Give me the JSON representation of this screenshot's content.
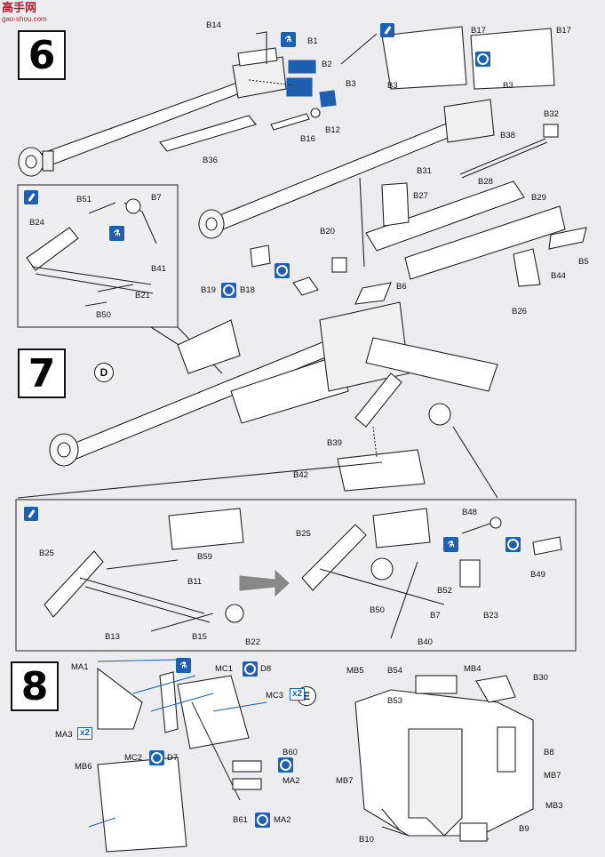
{
  "watermark": {
    "brand": "高手网",
    "site": "gao-shou.com"
  },
  "steps": {
    "s6": "6",
    "s7": "7",
    "s8": "8"
  },
  "markers": {
    "d": "D",
    "e": "E"
  },
  "multipliers": {
    "mc3": "x2",
    "ma3": "x2"
  },
  "labels": {
    "B14": "B14",
    "B1": "B1",
    "B2": "B2",
    "B3": "B3",
    "B12": "B12",
    "B16": "B16",
    "B36": "B36",
    "B17a": "B17",
    "B17b": "B17",
    "B3a": "B3",
    "B3b": "B3",
    "B32": "B32",
    "B38": "B38",
    "B31": "B31",
    "B27": "B27",
    "B28": "B28",
    "B29": "B29",
    "B5": "B5",
    "B44": "B44",
    "B26": "B26",
    "B6": "B6",
    "B20": "B20",
    "B18": "B18",
    "B19": "B19",
    "B51": "B51",
    "B7a": "B7",
    "B24": "B24",
    "B41": "B41",
    "B21": "B21",
    "B50a": "B50",
    "B39": "B39",
    "B42": "B42",
    "B25a": "B25",
    "B59": "B59",
    "B11": "B11",
    "B13": "B13",
    "B15": "B15",
    "B22": "B22",
    "B25b": "B25",
    "B48": "B48",
    "B49": "B49",
    "B52": "B52",
    "B23": "B23",
    "B50b": "B50",
    "B7b": "B7",
    "B40": "B40",
    "MA1": "MA1",
    "MC1": "MC1",
    "D8": "D8",
    "MC3": "MC3",
    "MA3": "MA3",
    "MC2": "MC2",
    "D7": "D7",
    "B60": "B60",
    "MA2a": "MA2",
    "MB6": "MB6",
    "B61": "B61",
    "MA2b": "MA2",
    "MB5": "MB5",
    "B54": "B54",
    "MB4": "MB4",
    "B30": "B30",
    "B53": "B53",
    "B8": "B8",
    "MB7a": "MB7",
    "MB7b": "MB7",
    "MB3": "MB3",
    "B10": "B10",
    "B9": "B9"
  },
  "colors": {
    "accent_blue": "#1f5fb0",
    "line": "#111111",
    "paper": "#ececef"
  }
}
